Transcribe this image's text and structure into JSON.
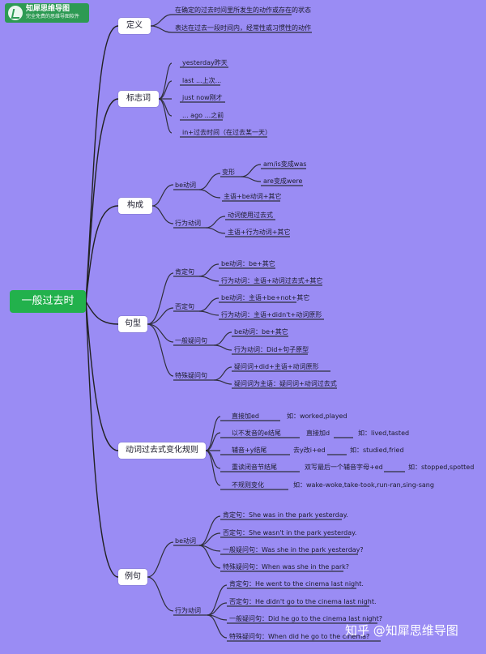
{
  "logo": {
    "title": "知犀思维导图",
    "subtitle": "完全免费的思维导图软件"
  },
  "watermark": "知乎 @知犀思维导图",
  "root": "一般过去时",
  "branches": {
    "definition": {
      "label": "定义",
      "items": [
        "在确定的过去时间里所发生的动作或存在的状态",
        "表达在过去一段时间内，经常性或习惯性的动作"
      ]
    },
    "markers": {
      "label": "标志词",
      "items": [
        "yesterday昨天",
        "last ...上次...",
        "just now刚才",
        "... ago ...之前",
        "in+过去时间（在过去某一天）"
      ]
    },
    "structure": {
      "label": "构成",
      "be_verb": {
        "label": "be动词",
        "change": {
          "label": "变形",
          "items": [
            "am/is变成was",
            "are变成were"
          ]
        },
        "subject": "主语+be动词+其它"
      },
      "action_verb": {
        "label": "行为动词",
        "items": [
          "动词使用过去式",
          "主语+行为动词+其它"
        ]
      }
    },
    "sentence_types": {
      "label": "句型",
      "affirmative": {
        "label": "肯定句",
        "items": [
          "be动词：be+其它",
          "行为动词：主语+动词过去式+其它"
        ]
      },
      "negative": {
        "label": "否定句",
        "items": [
          "be动词：主语+be+not+其它",
          "行为动词：主语+didn't+动词原形"
        ]
      },
      "yes_no": {
        "label": "一般疑问句",
        "items": [
          "be动词：be+其它",
          "行为动词：Did+句子原型"
        ]
      },
      "wh": {
        "label": "特殊疑问句",
        "items": [
          "疑问词+did+主语+动词原形",
          "疑问词为主语：疑问词+动词过去式"
        ]
      }
    },
    "rules": {
      "label": "动词过去式变化规则",
      "rows": [
        [
          "直接加ed",
          "如：worked,played"
        ],
        [
          "以不发音的e结尾",
          "直接加d",
          "如：lived,tasted"
        ],
        [
          "辅音+y结尾",
          "去y改i+ed",
          "如：studied,fried"
        ],
        [
          "重读闭音节结尾",
          "双写最后一个辅音字母+ed",
          "如：stopped,spotted"
        ],
        [
          "不规则变化",
          "如：wake-woke,take-took,run-ran,sing-sang"
        ]
      ]
    },
    "examples": {
      "label": "例句",
      "be_verb": {
        "label": "be动词",
        "items": [
          "肯定句：She was in the park yesterday.",
          "否定句：She wasn't in the park yesterday.",
          "一般疑问句：Was she in the park yesterday?",
          "特殊疑问句：When was she in the park?"
        ]
      },
      "action_verb": {
        "label": "行为动词",
        "items": [
          "肯定句：He went to the cinema last night.",
          "否定句：He didn't go to the cinema last night.",
          "一般疑问句：Did he go to the cinema last night?",
          "特殊疑问句：When did he go to the cinema?"
        ]
      }
    }
  }
}
